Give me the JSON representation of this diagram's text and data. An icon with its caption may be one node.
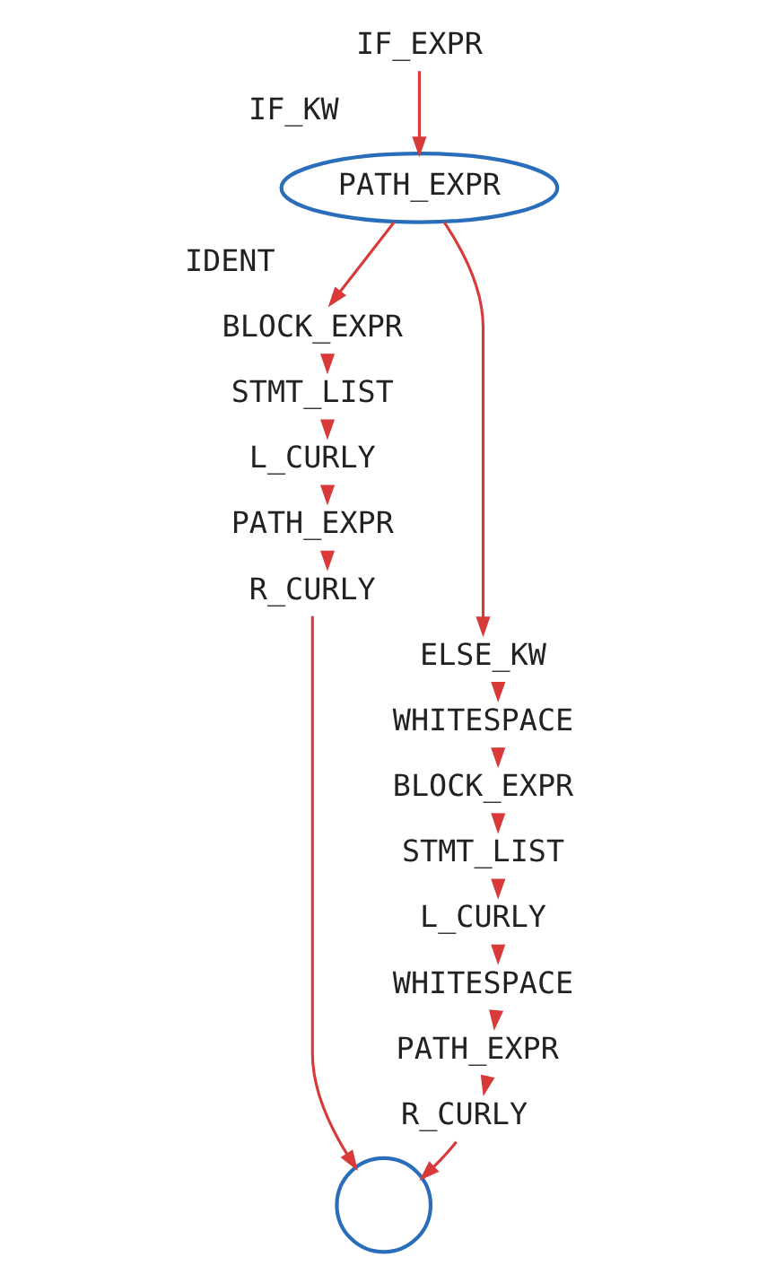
{
  "diagram": {
    "nodes": [
      {
        "text": [
          "IF_EXPR"
        ]
      },
      {
        "text": [
          "IF_KW"
        ]
      },
      {
        "text": [
          "PATH_EXPR"
        ]
      },
      {
        "text": [
          "IDENT"
        ]
      },
      {
        "text": [
          "BLOCK_EXPR"
        ]
      },
      {
        "text": [
          "STMT_LIST"
        ]
      },
      {
        "text": [
          "L_CURLY"
        ]
      },
      {
        "text": [
          "PATH_EXPR"
        ]
      },
      {
        "text": [
          "R_CURLY"
        ]
      },
      {
        "text": [
          "ELSE_KW"
        ]
      },
      {
        "text": [
          "WHITESPACE"
        ]
      },
      {
        "text": [
          "BLOCK_EXPR"
        ]
      },
      {
        "text": [
          "STMT_LIST"
        ]
      },
      {
        "text": [
          "L_CURLY"
        ]
      },
      {
        "text": [
          "WHITESPACE"
        ]
      },
      {
        "text": [
          "PATH_EXPR"
        ]
      },
      {
        "text": [
          "R_CURLY"
        ]
      },
      {
        "text": [],
        "shape": "circle"
      }
    ],
    "edges": [
      {
        "from": 0,
        "to": 2,
        "arrow": "to"
      },
      {
        "from": 2,
        "to": 4,
        "arrow": "to"
      },
      {
        "from": 2,
        "to": 9,
        "arrow": "to"
      },
      {
        "from": 4,
        "to": 5,
        "arrow": "to"
      },
      {
        "from": 5,
        "to": 6,
        "arrow": "to"
      },
      {
        "from": 6,
        "to": 7,
        "arrow": "to"
      },
      {
        "from": 7,
        "to": 8,
        "arrow": "to"
      },
      {
        "from": 8,
        "to": 17,
        "arrow": "to"
      },
      {
        "from": 9,
        "to": 10,
        "arrow": "to"
      },
      {
        "from": 10,
        "to": 11,
        "arrow": "to"
      },
      {
        "from": 11,
        "to": 12,
        "arrow": "to"
      },
      {
        "from": 12,
        "to": 13,
        "arrow": "to"
      },
      {
        "from": 13,
        "to": 14,
        "arrow": "to"
      },
      {
        "from": 14,
        "to": 15,
        "arrow": "to"
      },
      {
        "from": 15,
        "to": 16,
        "arrow": "to"
      },
      {
        "from": 16,
        "to": 17,
        "arrow": "to"
      }
    ]
  }
}
